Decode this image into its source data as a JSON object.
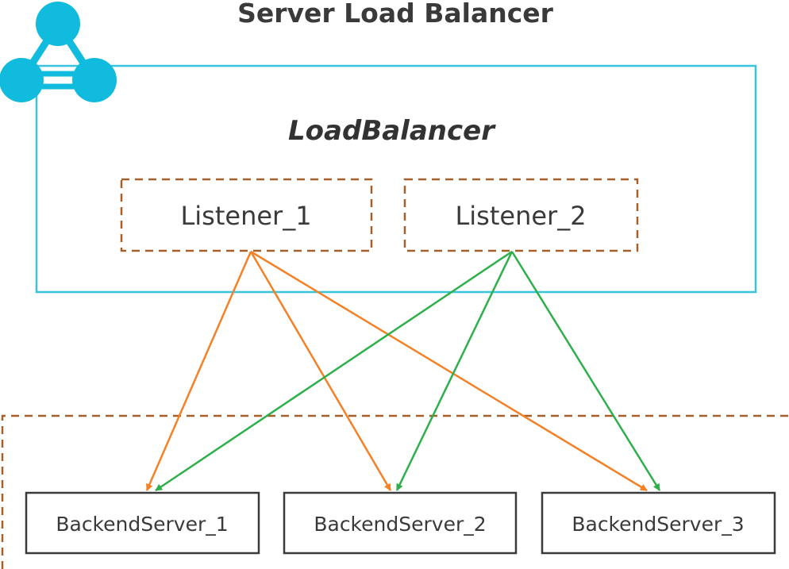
{
  "title": "Server Load Balancer",
  "load_balancer": {
    "label": "LoadBalancer"
  },
  "listeners": [
    {
      "id": "listener-1",
      "label": "Listener_1"
    },
    {
      "id": "listener-2",
      "label": "Listener_2"
    }
  ],
  "backend_servers": [
    {
      "id": "backend-server-1",
      "label": "BackendServer_1"
    },
    {
      "id": "backend-server-2",
      "label": "BackendServer_2"
    },
    {
      "id": "backend-server-3",
      "label": "BackendServer_3"
    }
  ],
  "connections": [
    {
      "from": "listener-1",
      "to": "backend-server-1",
      "color": "#f58025"
    },
    {
      "from": "listener-1",
      "to": "backend-server-2",
      "color": "#f58025"
    },
    {
      "from": "listener-1",
      "to": "backend-server-3",
      "color": "#f58025"
    },
    {
      "from": "listener-2",
      "to": "backend-server-1",
      "color": "#2db04a"
    },
    {
      "from": "listener-2",
      "to": "backend-server-2",
      "color": "#2db04a"
    },
    {
      "from": "listener-2",
      "to": "backend-server-3",
      "color": "#2db04a"
    }
  ],
  "colors": {
    "load_balancer_border": "#39c3dd",
    "listener_border": "#a5602a",
    "backend_group_border": "#a5602a",
    "server_border": "#3a3a3a",
    "logo": "#11bbdd",
    "listener_1_arrows": "#f58025",
    "listener_2_arrows": "#2db04a"
  },
  "icons": {
    "logo": "load-balancer-network-icon"
  }
}
